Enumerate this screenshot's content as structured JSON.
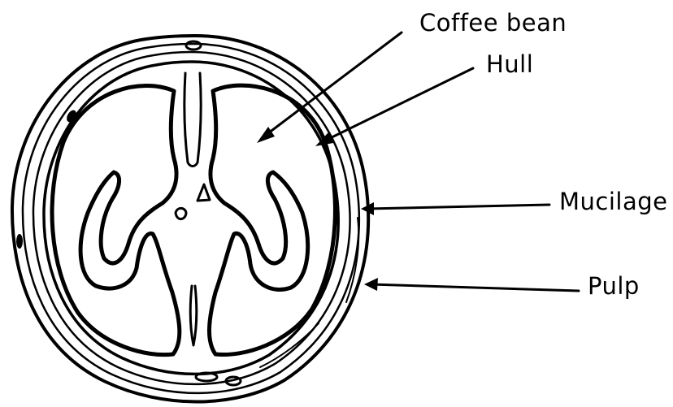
{
  "labels": {
    "coffee_bean": "Coffee bean",
    "hull": "Hull",
    "mucilage": "Mucilage",
    "pulp": "Pulp"
  },
  "colors": {
    "ink": "#000000",
    "background": "#ffffff"
  }
}
